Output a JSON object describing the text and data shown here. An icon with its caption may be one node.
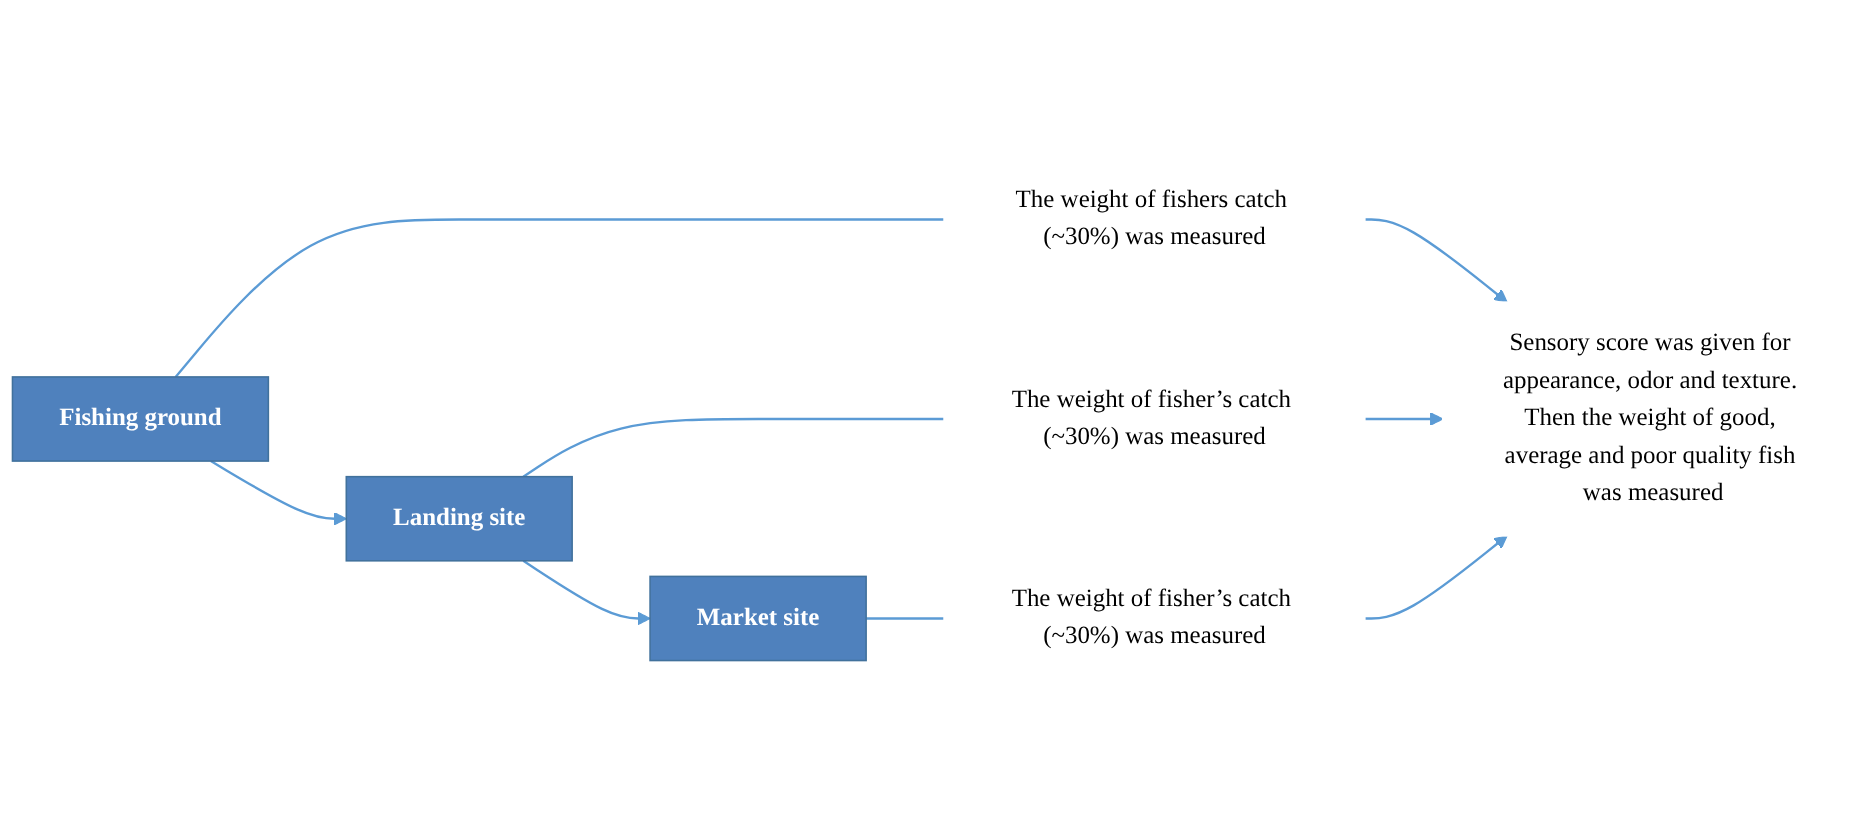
{
  "diagram": {
    "nodes": [
      {
        "text": [
          "Fishing ground"
        ]
      },
      {
        "text": [
          "Landing site"
        ]
      },
      {
        "text": [
          "Market site"
        ]
      },
      {
        "text": [
          "The weight of fishers catch (~30%) was measured"
        ]
      },
      {
        "text": [
          "The weight of fisher’s catch (~30%) was measured"
        ]
      },
      {
        "text": [
          "The weight of fisher’s catch (~30%) was measured"
        ]
      },
      {
        "text": [
          "Sensory score was given for appearance, odor and texture. Then the weight of good, average and poor quality fish was measured"
        ]
      }
    ],
    "edges": [
      {
        "from": 0,
        "to": 1,
        "arrow": "to"
      },
      {
        "from": 1,
        "to": 2,
        "arrow": "to"
      },
      {
        "from": 0,
        "to": 3,
        "arrow": "none"
      },
      {
        "from": 1,
        "to": 4,
        "arrow": "none"
      },
      {
        "from": 2,
        "to": 5,
        "arrow": "none"
      },
      {
        "from": 3,
        "to": 6,
        "arrow": "to"
      },
      {
        "from": 4,
        "to": 6,
        "arrow": "to"
      },
      {
        "from": 5,
        "to": 6,
        "arrow": "to"
      }
    ]
  }
}
